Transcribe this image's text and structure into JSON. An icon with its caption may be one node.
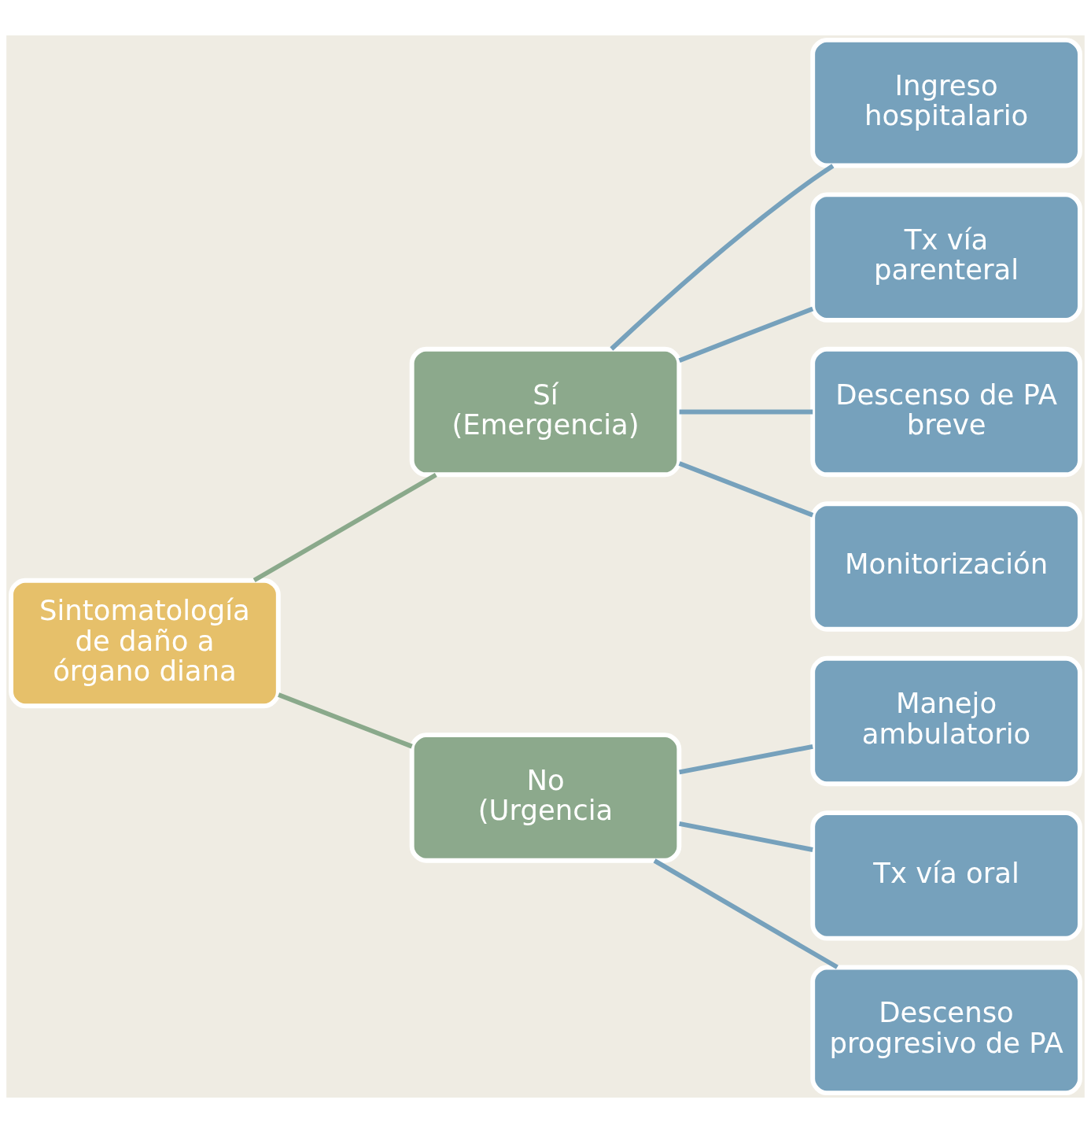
{
  "diagram": {
    "nodes": [
      {
        "text": [
          "Sintomatología de daño a órgano diana"
        ]
      },
      {
        "text": [
          "Sí",
          "(Emergencia)"
        ]
      },
      {
        "text": [
          "No",
          "(Urgencia"
        ]
      },
      {
        "text": [
          "Ingreso hospitalario"
        ]
      },
      {
        "text": [
          "Tx vía parenteral"
        ]
      },
      {
        "text": [
          "Descenso de PA breve"
        ]
      },
      {
        "text": [
          "Monitorización"
        ]
      },
      {
        "text": [
          "Manejo ambulatorio"
        ]
      },
      {
        "text": [
          "Tx vía oral"
        ]
      },
      {
        "text": [
          "Descenso progresivo de PA"
        ]
      }
    ],
    "edges": [
      {
        "from": 0,
        "to": 1,
        "arrow": "none",
        "color": "#8aa98b"
      },
      {
        "from": 0,
        "to": 2,
        "arrow": "none",
        "color": "#8aa98b"
      },
      {
        "from": 1,
        "to": 3,
        "arrow": "none"
      },
      {
        "from": 1,
        "to": 4,
        "arrow": "none"
      },
      {
        "from": 1,
        "to": 5,
        "arrow": "none"
      },
      {
        "from": 1,
        "to": 6,
        "arrow": "none"
      },
      {
        "from": 2,
        "to": 7,
        "arrow": "none"
      },
      {
        "from": 2,
        "to": 8,
        "arrow": "none"
      },
      {
        "from": 2,
        "to": 9,
        "arrow": "none"
      }
    ]
  }
}
